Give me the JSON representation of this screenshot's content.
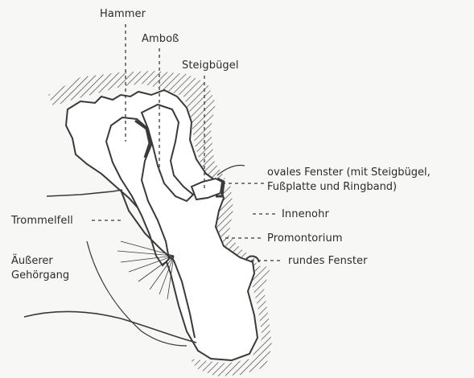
{
  "labels": {
    "hammer": "Hammer",
    "amboss": "Amboß",
    "steigbuegel": "Steigbügel",
    "ovales_fenster_line1": "ovales Fenster (mit Steigbügel,",
    "ovales_fenster_line2": "Fußplatte und Ringband)",
    "innenohr": "Innenohr",
    "promontorium": "Promontorium",
    "rundes_fenster": "rundes Fenster",
    "trommelfell": "Trommelfell",
    "aeusserer_line1": "Äußerer",
    "aeusserer_line2": "Gehörgang"
  },
  "colors": {
    "background": "#f7f7f5",
    "ink": "#3a3a3a",
    "bone_fill": "#ffffff",
    "hatch": "#4a4a4a"
  }
}
